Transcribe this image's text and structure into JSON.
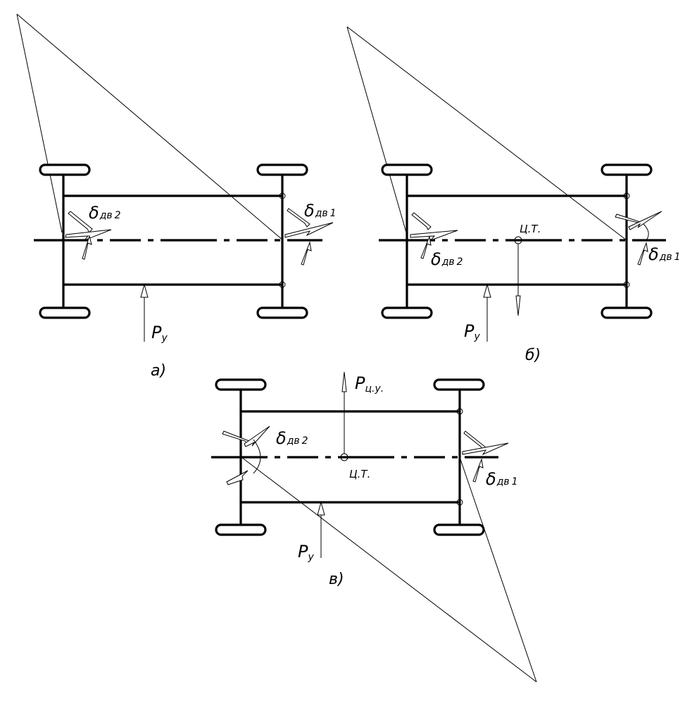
{
  "figures": [
    {
      "id": "a",
      "caption": "а)",
      "force_label": {
        "main": "P",
        "sub": "у"
      },
      "angle_front": {
        "main": "δ",
        "sub": "дв",
        "index": "1"
      },
      "angle_rear": {
        "main": "δ",
        "sub": "дв",
        "index": "2"
      }
    },
    {
      "id": "b",
      "caption": "б)",
      "force_label": {
        "main": "P",
        "sub": "у"
      },
      "center_label": "Ц.Т.",
      "angle_front": {
        "main": "δ",
        "sub": "дв",
        "index": "1"
      },
      "angle_rear": {
        "main": "δ",
        "sub": "дв",
        "index": "2"
      }
    },
    {
      "id": "c",
      "caption": "в)",
      "force_label": {
        "main": "P",
        "sub": "у"
      },
      "centrifugal_label": {
        "main": "P",
        "sub": "ц.у."
      },
      "center_label": "Ц.Т.",
      "angle_front": {
        "main": "δ",
        "sub": "дв",
        "index": "1"
      },
      "angle_rear": {
        "main": "δ",
        "sub": "дв",
        "index": "2"
      }
    }
  ]
}
